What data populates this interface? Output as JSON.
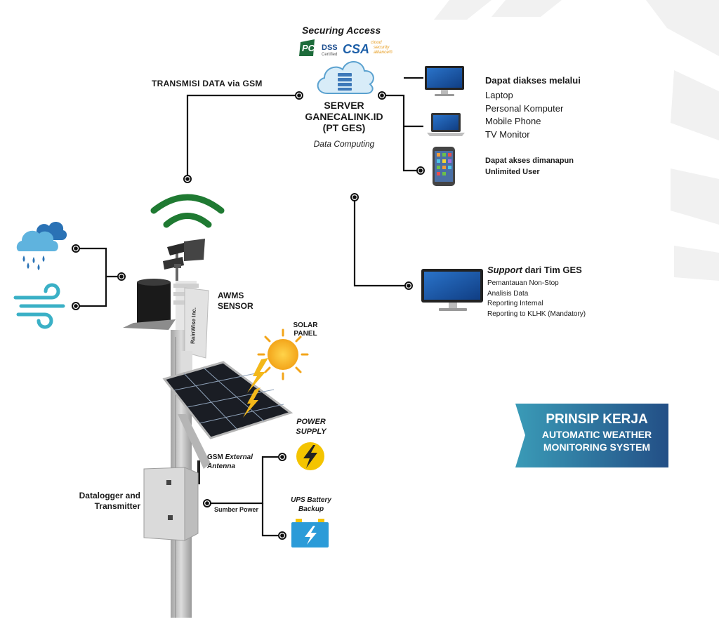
{
  "securing": {
    "title": "Securing Access",
    "pci_logo": "PCI",
    "pci_dss": "DSS",
    "pci_certified": "Certified",
    "csa_logo": "CSA",
    "csa_sub": [
      "cloud",
      "security",
      "alliance®"
    ]
  },
  "transmission_label": "TRANSMISI DATA via GSM",
  "server": {
    "line1": "SERVER",
    "line2": "GANECALINK.ID",
    "line3": "(PT GES)",
    "caption": "Data Computing"
  },
  "access": {
    "title": "Dapat diakses melalui",
    "devices": [
      "Laptop",
      "Personal Komputer",
      "Mobile Phone",
      "TV Monitor"
    ],
    "anywhere_line1": "Dapat akses dimanapun",
    "anywhere_line2": "Unlimited User"
  },
  "support": {
    "title_italic": "Support",
    "title_rest": " dari Tim GES",
    "items": [
      "Pemantauan Non-Stop",
      "Analisis Data",
      "Reporting Internal",
      "Reporting to KLHK (Mandatory)"
    ]
  },
  "labels": {
    "awms": [
      "AWMS",
      "SENSOR"
    ],
    "solar": [
      "SOLAR",
      "PANEL"
    ],
    "power": [
      "POWER",
      "SUPPLY"
    ],
    "gsm_plain": "GSM ",
    "gsm_italic": "External",
    "gsm_line2": "Antenna",
    "datalogger": [
      "Datalogger and",
      "Transmitter"
    ],
    "sumber": "Sumber Power",
    "ups": [
      "UPS Battery",
      "Backup"
    ],
    "device_brand": "RainWise Inc."
  },
  "banner": {
    "line1": "PRINSIP KERJA",
    "line2": "AUTOMATIC WEATHER",
    "line3": "MONITORING SYSTEM",
    "color": "#2b5b8a"
  },
  "colors": {
    "signal": "#1f7a32",
    "teal": "#3ab0c6",
    "line": "#111111",
    "accent": "#f4c400"
  }
}
